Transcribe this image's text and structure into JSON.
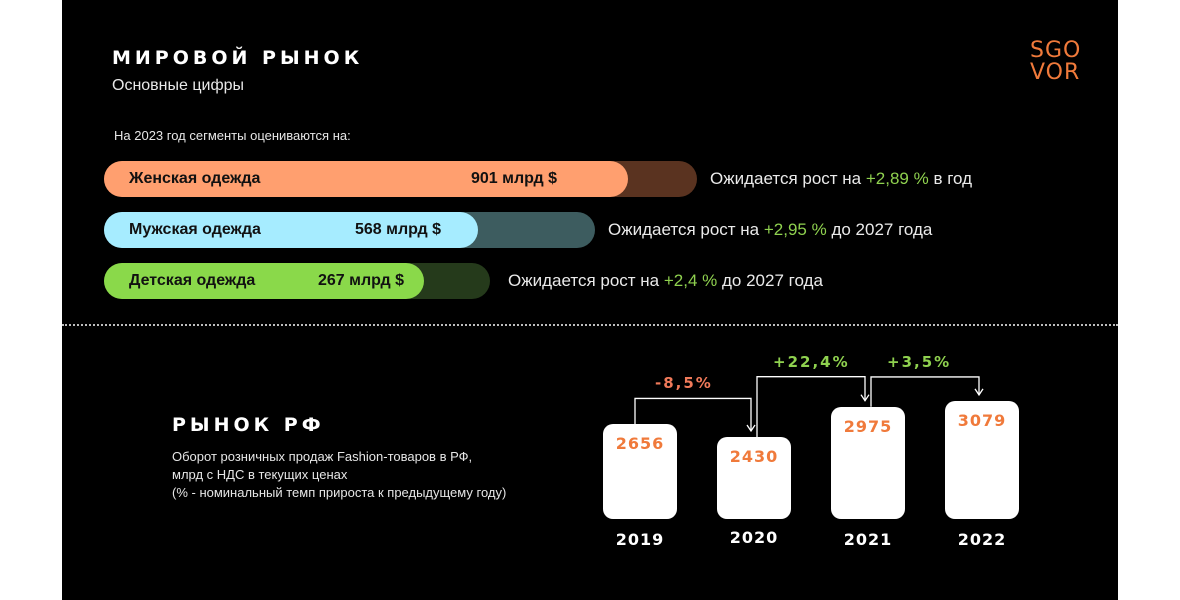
{
  "header": {
    "title": "МИРОВОЙ РЫНОК",
    "subtitle": "Основные цифры"
  },
  "logo": {
    "line1": "SGO",
    "line2": "VOR"
  },
  "segments_intro": "На 2023 год сегменты оцениваются на:",
  "segments": [
    {
      "label": "Женская одежда",
      "value": "901 млрд $",
      "growth_prefix": "Ожидается рост на ",
      "growth_value": "+2,89 %",
      "growth_suffix": " в год",
      "fill_color": "#ff9f6f",
      "track_color": "#5a3320"
    },
    {
      "label": "Мужская одежда",
      "value": "568 млрд $",
      "growth_prefix": "Ожидается рост на ",
      "growth_value": "+2,95 %",
      "growth_suffix": " до 2027 года",
      "fill_color": "#a6ecff",
      "track_color": "#3d5c5f"
    },
    {
      "label": "Детская одежда",
      "value": "267 млрд $",
      "growth_prefix": "Ожидается рост на ",
      "growth_value": "+2,4 %",
      "growth_suffix": " до 2027 года",
      "fill_color": "#8ad94a",
      "track_color": "#253a1b"
    }
  ],
  "rf": {
    "title": "РЫНОК РФ",
    "desc_line1": "Оборот розничных продаж Fashion-товаров в РФ,",
    "desc_line2": "млрд с НДС в текущих ценах",
    "desc_line3": "(% - номинальный темп прироста к предыдущему году)"
  },
  "chart_data": {
    "type": "bar",
    "categories": [
      "2019",
      "2020",
      "2021",
      "2022"
    ],
    "values": [
      2656,
      2430,
      2975,
      3079
    ],
    "labels": [
      "2656",
      "2430",
      "2975",
      "3079"
    ],
    "changes": [
      {
        "from": "2019",
        "to": "2020",
        "label": "-8,5%",
        "color": "#f07a5a"
      },
      {
        "from": "2020",
        "to": "2021",
        "label": "+22,4%",
        "color": "#8fd14f"
      },
      {
        "from": "2021",
        "to": "2022",
        "label": "+3,5%",
        "color": "#8fd14f"
      }
    ]
  }
}
